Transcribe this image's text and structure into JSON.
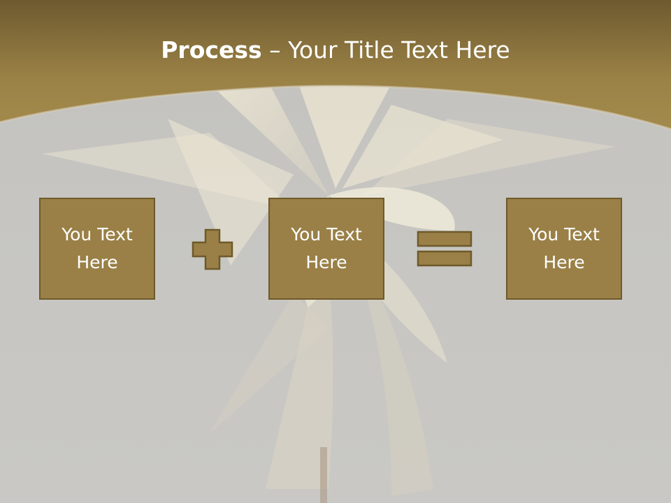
{
  "slide": {
    "title_bold": "Process",
    "title_rest": " – Your Title Text Here",
    "boxes": [
      {
        "label": "You Text\nHere"
      },
      {
        "label": "You Text\nHere"
      },
      {
        "label": "You Text\nHere"
      }
    ],
    "operators": [
      "plus-icon",
      "equals-icon"
    ]
  },
  "colors": {
    "header_gold": "#9c8343",
    "box_fill": "#9a8047",
    "box_border": "#6e5a2a",
    "background_gray": "#c9c8c4"
  }
}
